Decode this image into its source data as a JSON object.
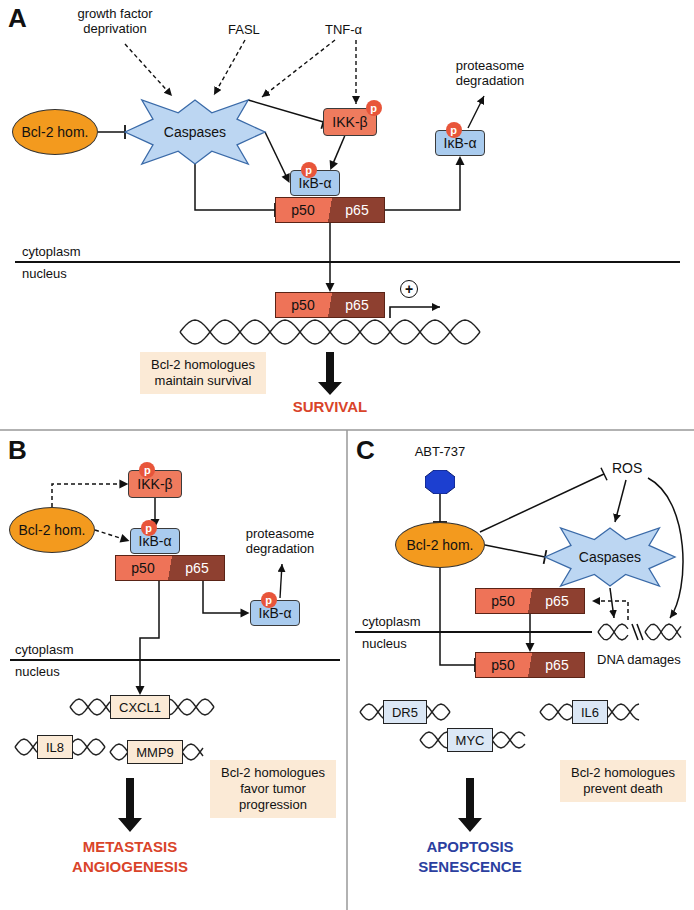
{
  "diagram": {
    "nodes": [
      {
        "text": [
          "Bcl-2 hom."
        ]
      },
      {
        "text": [
          "Caspases"
        ]
      },
      {
        "text": [
          "IKK-β"
        ]
      },
      {
        "text": [
          "p"
        ],
        "in": 2
      },
      {
        "text": [
          "IκB-α"
        ]
      },
      {
        "text": [
          "p"
        ],
        "in": 4
      },
      {
        "text": [
          "p50",
          "p65"
        ]
      },
      {
        "text": [
          "IκB-α"
        ]
      },
      {
        "text": [
          "p"
        ],
        "in": 7
      },
      {
        "text": [
          "p50",
          "p65"
        ]
      },
      {
        "text": [
          "+"
        ]
      },
      {
        "text": [
          "Bcl-2 homologues maintain survival"
        ]
      },
      {
        "text": [
          "IKK-β"
        ]
      },
      {
        "text": [
          "p"
        ],
        "in": 12
      },
      {
        "text": [
          "Bcl-2 hom."
        ]
      },
      {
        "text": [
          "IκB-α"
        ]
      },
      {
        "text": [
          "p"
        ],
        "in": 15
      },
      {
        "text": [
          "p50",
          "p65"
        ]
      },
      {
        "text": [
          "IκB-α"
        ]
      },
      {
        "text": [
          "p"
        ],
        "in": 18
      },
      {
        "text": [
          "CXCL1"
        ]
      },
      {
        "text": [
          "IL8"
        ]
      },
      {
        "text": [
          "MMP9"
        ]
      },
      {
        "text": [
          "Bcl-2 homologues favor tumor progression"
        ]
      },
      {
        "text": [
          "ABT-737"
        ]
      },
      {
        "text": [
          "Bcl-2 hom."
        ]
      },
      {
        "text": [
          "Caspases"
        ]
      },
      {
        "text": [
          "p50",
          "p65"
        ]
      },
      {
        "text": [
          "p50",
          "p65"
        ]
      },
      {
        "text": [
          "DR5"
        ]
      },
      {
        "text": [
          "IL6"
        ]
      },
      {
        "text": [
          "MYC"
        ]
      },
      {
        "text": [
          "Bcl-2 homologues prevent death"
        ]
      }
    ],
    "edges": [
      {
        "from": 0,
        "to": 1,
        "arrow": "to"
      },
      {
        "from": 1,
        "to": 2,
        "arrow": "to"
      },
      {
        "from": 2,
        "to": 4,
        "arrow": "to"
      },
      {
        "from": 1,
        "to": 4,
        "arrow": "to"
      },
      {
        "from": 1,
        "to": 6,
        "arrow": "to"
      },
      {
        "from": 6,
        "to": 9,
        "arrow": "to"
      },
      {
        "from": 6,
        "to": 7,
        "arrow": "to"
      },
      {
        "from": 14,
        "to": 12,
        "arrow": "to"
      },
      {
        "from": 14,
        "to": 15,
        "arrow": "to"
      },
      {
        "from": 12,
        "to": 15,
        "arrow": "to"
      },
      {
        "from": 17,
        "to": 18,
        "arrow": "to"
      },
      {
        "from": 17,
        "to": 20,
        "arrow": "to"
      },
      {
        "from": 24,
        "to": 25,
        "arrow": "to"
      },
      {
        "from": 25,
        "to": 26,
        "arrow": "to"
      },
      {
        "from": 25,
        "to": 28,
        "arrow": "to"
      },
      {
        "from": 27,
        "to": 28,
        "arrow": "to"
      }
    ],
    "labels": [
      "A",
      "growth factor deprivation",
      "FASL",
      "TNF-α",
      "proteasome degradation",
      "cytoplasm",
      "nucleus",
      "SURVIVAL",
      "B",
      "proteasome degradation",
      "cytoplasm",
      "nucleus",
      "METASTASIS",
      "ANGIOGENESIS",
      "C",
      "ROS",
      "cytoplasm",
      "nucleus",
      "DNA damages",
      "APOPTOSIS",
      "SENESCENCE"
    ]
  }
}
